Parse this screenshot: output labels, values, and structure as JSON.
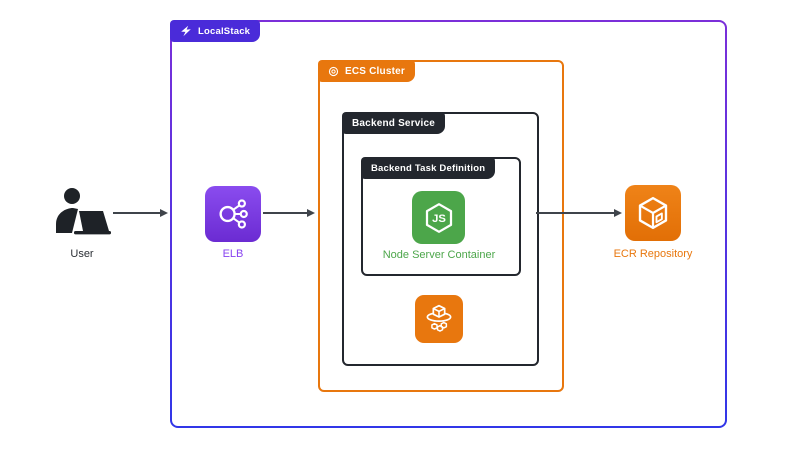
{
  "localstack": {
    "label": "LocalStack"
  },
  "containers": {
    "ecs_cluster": {
      "label": "ECS Cluster"
    },
    "backend_service": {
      "label": "Backend Service"
    },
    "task_definition": {
      "label": "Backend Task Definition"
    }
  },
  "nodes": {
    "user": {
      "label": "User"
    },
    "elb": {
      "label": "ELB"
    },
    "node_container": {
      "label": "Node Server Container"
    },
    "ecr": {
      "label": "ECR Repository"
    }
  },
  "icons": {
    "localstack_logo": "localstack-logo-icon",
    "ecs_cluster_badge": "ecs-ring-icon",
    "user": "person-at-laptop-icon",
    "elb": "load-balancer-icon",
    "node": "nodejs-hexagon-icon",
    "ecs_service": "ecs-cube-orbit-icon",
    "ecr": "container-registry-cube-icon"
  },
  "colors": {
    "localstack_badge_purple": "#4A2BD9",
    "frame_gradient_top": "#7B2FD9",
    "frame_gradient_bottom": "#3136E8",
    "aws_orange": "#E8770E",
    "dark": "#23272E",
    "node_green": "#4CA64A",
    "elb_purple": "#8742F0",
    "arrow_gray": "#3F444B"
  }
}
